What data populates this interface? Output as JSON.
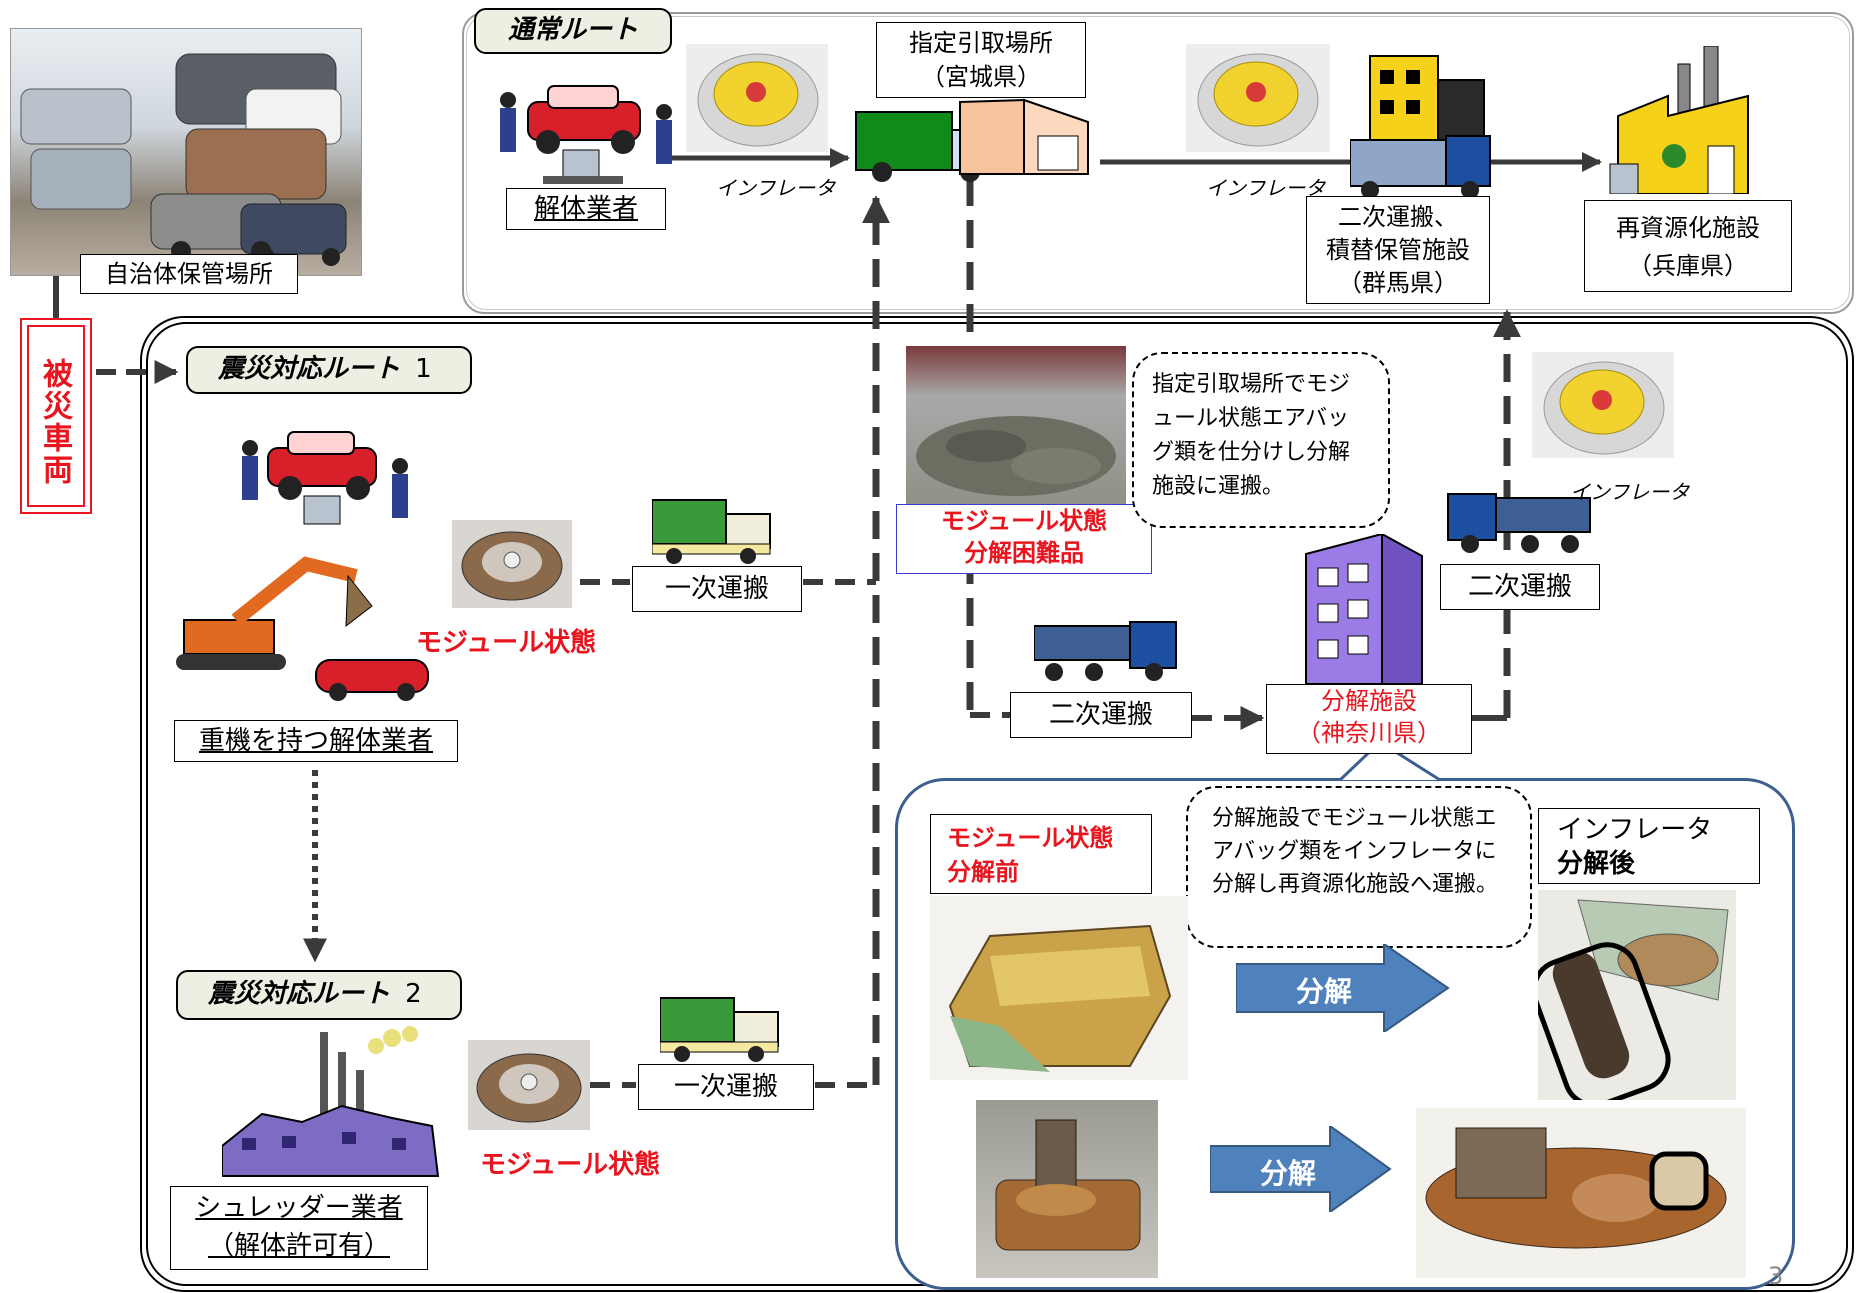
{
  "normal_route": {
    "title": "通常ルート",
    "dismantler": "解体業者",
    "inflator_1": "インフレータ",
    "collection_site_line1": "指定引取場所",
    "collection_site_line2": "（宮城県）",
    "inflator_2": "インフレータ",
    "secondary_line1": "二次運搬、",
    "secondary_line2": "積替保管施設",
    "secondary_line3": "（群馬県）",
    "recycling_line1": "再資源化施設",
    "recycling_line2": "（兵庫県）"
  },
  "municipal_storage": "自治体保管場所",
  "disaster_vehicles": "被災車両",
  "route1": {
    "title": "震災対応ルート",
    "number": "1",
    "module_state": "モジュール状態",
    "primary_transport": "一次運搬",
    "heavy_machinery_dismantler": "重機を持つ解体業者"
  },
  "route2": {
    "title": "震災対応ルート",
    "number": "2",
    "module_state": "モジュール状態",
    "primary_transport": "一次運搬",
    "shredder_line1": "シュレッダー業者",
    "shredder_line2": "（解体許可有）"
  },
  "note_collection": "指定引取場所でモジュール状態エアバッグ類を仕分けし分解施設に運搬。",
  "difficult_label_line1": "モジュール状態",
  "difficult_label_line2": "分解困難品",
  "inflator_3": "インフレータ",
  "secondary_transport_1": "二次運搬",
  "secondary_transport_2": "二次運搬",
  "disassembly_facility_line1": "分解施設",
  "disassembly_facility_line2": "（神奈川県）",
  "detail": {
    "note": "分解施設でモジュール状態エアバッグ類をインフレータに分解し再資源化施設へ運搬。",
    "before_line1": "モジュール状態",
    "before_line2": "分解前",
    "after_line1": "インフレータ",
    "after_line2": "分解後",
    "disassemble_1": "分解",
    "disassemble_2": "分解"
  },
  "page_number": "3",
  "colors": {
    "red": "#e8141e",
    "arrow_blue": "#4f81bd",
    "panel_border": "#3d5f8f",
    "pill_bg": "#efeee2"
  }
}
